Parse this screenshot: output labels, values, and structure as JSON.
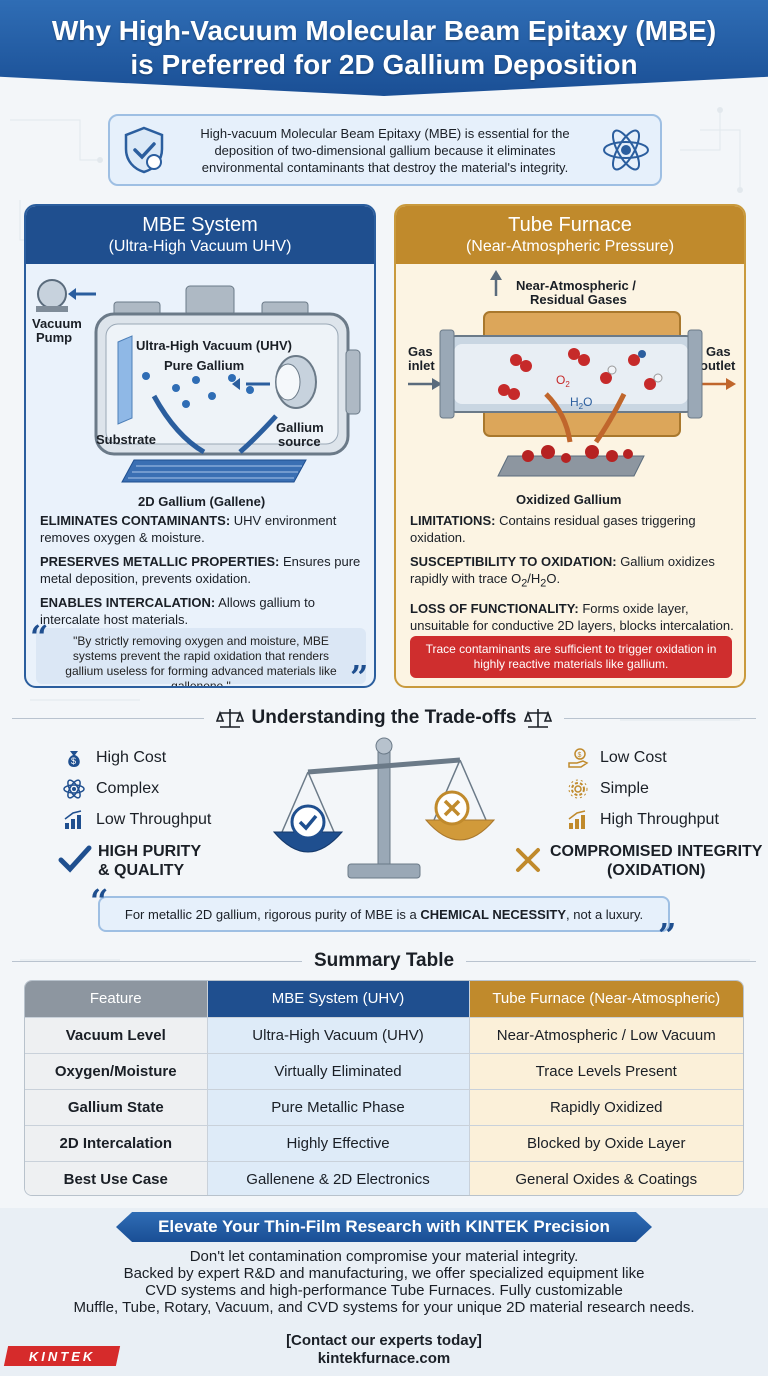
{
  "header": {
    "title_line1": "Why High-Vacuum Molecular Beam Epitaxy (MBE)",
    "title_line2": "is Preferred for 2D Gallium Deposition"
  },
  "intro": {
    "text": "High-vacuum Molecular Beam Epitaxy (MBE) is essential for the deposition of two-dimensional gallium because it eliminates environmental contaminants that destroy the material's integrity.",
    "left_icon": "shield-check-icon",
    "right_icon": "atom-icon"
  },
  "mbe": {
    "title": "MBE System",
    "subtitle": "(Ultra-High Vacuum UHV)",
    "labels": {
      "vacuum_pump_1": "Vacuum",
      "vacuum_pump_2": "Pump",
      "uhv": "Ultra-High Vacuum (UHV)",
      "pure_gallium": "Pure Gallium",
      "substrate": "Substrate",
      "gallium_source_1": "Gallium",
      "gallium_source_2": "source",
      "gallene": "2D Gallium (Gallene)"
    },
    "points": [
      {
        "head": "ELIMINATES CONTAMINANTS:",
        "body": " UHV environment removes oxygen & moisture."
      },
      {
        "head": "PRESERVES METALLIC PROPERTIES:",
        "body": " Ensures pure metal deposition, prevents oxidation."
      },
      {
        "head": "ENABLES INTERCALATION:",
        "body": " Allows gallium to intercalate host materials."
      }
    ],
    "quote": "\"By strictly removing oxygen and moisture, MBE systems prevent the rapid oxidation that renders gallium useless for forming advanced materials like gallenene.\""
  },
  "tube": {
    "title": "Tube Furnace",
    "subtitle": "(Near-Atmospheric Pressure)",
    "labels": {
      "residual_1": "Near-Atmospheric /",
      "residual_2": "Residual Gases",
      "gas_inlet_1": "Gas",
      "gas_inlet_2": "inlet",
      "gas_outlet_1": "Gas",
      "gas_outlet_2": "outlet",
      "o2": "O",
      "o2_sub": "2",
      "h2o_h": "H",
      "h2o_sub": "2",
      "h2o_o": "O",
      "oxidized": "Oxidized Gallium"
    },
    "points": [
      {
        "head": "LIMITATIONS:",
        "body": " Contains residual gases triggering oxidation."
      },
      {
        "head": "SUSCEPTIBILITY TO OXIDATION:",
        "body": " Gallium oxidizes rapidly with trace O",
        "sub1": "2",
        "mid": "/H",
        "sub2": "2",
        "tail": "O."
      },
      {
        "head": "LOSS OF FUNCTIONALITY:",
        "body": " Forms oxide layer, unsuitable for conductive 2D layers, blocks intercalation."
      }
    ],
    "warning": "Trace contaminants are sufficient to trigger oxidation in highly reactive materials like gallium."
  },
  "tradeoffs": {
    "title": "Understanding the Trade-offs",
    "left": [
      {
        "label": "High Cost",
        "icon": "money-bag-icon"
      },
      {
        "label": "Complex",
        "icon": "atom-icon"
      },
      {
        "label": "Low Throughput",
        "icon": "bar-chart-icon"
      }
    ],
    "right": [
      {
        "label": "Low Cost",
        "icon": "hand-coin-icon"
      },
      {
        "label": "Simple",
        "icon": "gear-icon"
      },
      {
        "label": "High Throughput",
        "icon": "bar-chart-icon"
      }
    ],
    "left_verdict_1": "HIGH PURITY",
    "left_verdict_2": "& QUALITY",
    "right_verdict_1": "COMPROMISED INTEGRITY",
    "right_verdict_2": "(OXIDATION)",
    "quote_pre": "For metallic 2D gallium, rigorous purity of MBE is a ",
    "quote_bold": "CHEMICAL NECESSITY",
    "quote_post": ", not a luxury."
  },
  "summary": {
    "title": "Summary Table",
    "headers": [
      "Feature",
      "MBE System (UHV)",
      "Tube Furnace (Near-Atmospheric)"
    ],
    "rows": [
      [
        "Vacuum Level",
        "Ultra-High Vacuum (UHV)",
        "Near-Atmospheric / Low Vacuum"
      ],
      [
        "Oxygen/Moisture",
        "Virtually Eliminated",
        "Trace Levels Present"
      ],
      [
        "Gallium State",
        "Pure Metallic Phase",
        "Rapidly Oxidized"
      ],
      [
        "2D Intercalation",
        "Highly Effective",
        "Blocked by Oxide Layer"
      ],
      [
        "Best Use Case",
        "Gallenene & 2D Electronics",
        "General Oxides & Coatings"
      ]
    ]
  },
  "footer": {
    "cta": "Elevate Your Thin-Film Research with KINTEK Precision",
    "line1": "Don't let contamination compromise your material integrity.",
    "line2": "Backed by expert R&D and manufacturing, we offer specialized equipment like",
    "line3": "CVD systems and high-performance Tube Furnaces. Fully customizable",
    "line4": "Muffle, Tube, Rotary, Vacuum, and CVD systems for your unique 2D material research needs.",
    "contact": "[Contact our experts today]",
    "url": "kintekfurnace.com",
    "logo": "KINTEK"
  },
  "colors": {
    "mbe_blue": "#1f4f8f",
    "tube_gold": "#c08a2c",
    "warning_red": "#cf2e2e",
    "brand_red": "#d62b2b"
  }
}
